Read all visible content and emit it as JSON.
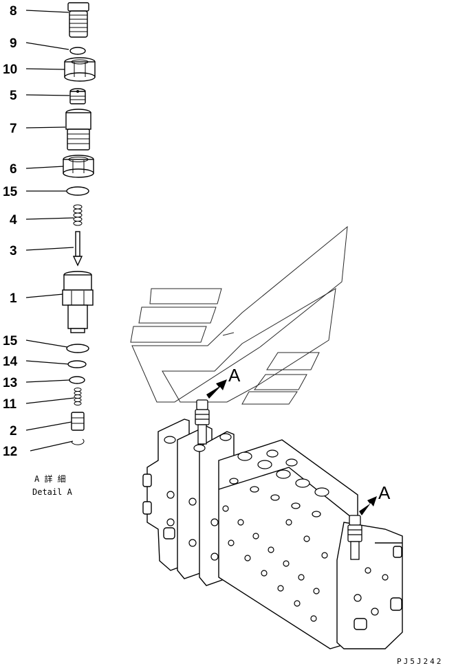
{
  "parts": [
    {
      "id": "part-8",
      "label": "8"
    },
    {
      "id": "part-9",
      "label": "9"
    },
    {
      "id": "part-10",
      "label": "10"
    },
    {
      "id": "part-5",
      "label": "5"
    },
    {
      "id": "part-7",
      "label": "7"
    },
    {
      "id": "part-6",
      "label": "6"
    },
    {
      "id": "part-15-upper",
      "label": "15"
    },
    {
      "id": "part-4",
      "label": "4"
    },
    {
      "id": "part-3",
      "label": "3"
    },
    {
      "id": "part-1",
      "label": "1"
    },
    {
      "id": "part-15-lower",
      "label": "15"
    },
    {
      "id": "part-14",
      "label": "14"
    },
    {
      "id": "part-13",
      "label": "13"
    },
    {
      "id": "part-11",
      "label": "11"
    },
    {
      "id": "part-2",
      "label": "2"
    },
    {
      "id": "part-12",
      "label": "12"
    }
  ],
  "detail": {
    "caption_jp": "A 詳 細",
    "caption_en": "Detail A"
  },
  "callouts": {
    "upper": "A",
    "right": "A"
  },
  "drawing_code": "PJ5J242"
}
